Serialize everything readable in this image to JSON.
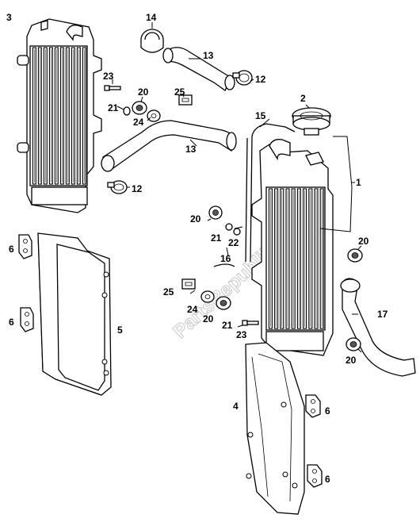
{
  "watermark": "PartsRepublik",
  "labels": {
    "l1": "1",
    "l2": "2",
    "l3": "3",
    "l4": "4",
    "l5": "5",
    "l6a": "6",
    "l6b": "6",
    "l6c": "6",
    "l6d": "6",
    "l12a": "12",
    "l12b": "12",
    "l13a": "13",
    "l13b": "13",
    "l14": "14",
    "l15": "15",
    "l16": "16",
    "l17": "17",
    "l20a": "20",
    "l20b": "20",
    "l20c": "20",
    "l20d": "20",
    "l20e": "20",
    "l21a": "21",
    "l21b": "21",
    "l21c": "21",
    "l22": "22",
    "l23a": "23",
    "l23b": "23",
    "l24a": "24",
    "l24b": "24",
    "l25a": "25",
    "l25b": "25"
  }
}
